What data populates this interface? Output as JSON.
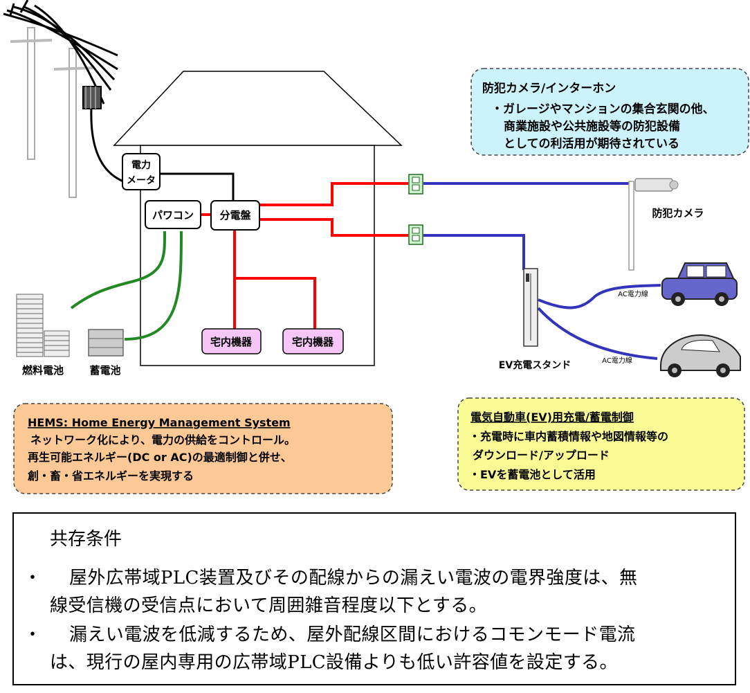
{
  "house": {
    "meter_line1": "電力",
    "meter_line2": "メータ",
    "power_conditioner": "パワコン",
    "distribution_board": "分電盤",
    "appliance_1": "宅内機器",
    "appliance_2": "宅内機器"
  },
  "outside": {
    "fuel_cell": "燃料電池",
    "storage_battery": "蓄電池",
    "camera_label": "防犯カメラ",
    "ev_stand": "EV充電スタンド",
    "ac_line_1": "AC電力線",
    "ac_line_2": "AC電力線"
  },
  "notes": {
    "camera_title": "防犯カメラ/インターホン",
    "camera_line1": "・ガレージやマンションの集合玄関の他、",
    "camera_line2": "商業施設や公共施設等の防犯設備",
    "camera_line3": "としての利活用が期待されている",
    "hems_title": "HEMS:  Home Energy Management System",
    "hems_line1": "ネットワーク化により、電力の供給をコントロール。",
    "hems_line2": "再生可能エネルギー(DC or AC)の最適制御と併せ、",
    "hems_line3": "創・畜・省エネルギーを実現する",
    "ev_title": "電気自動車(EV)用充電/蓄電制御",
    "ev_line1": "・充電時に車内蓄積情報や地図情報等の",
    "ev_line2": "ダウンロード/アップロード",
    "ev_line3": "・EVを蓄電池として活用"
  },
  "conditions": {
    "title": "共存条件",
    "bullet": "・",
    "item1_line1": "屋外広帯域PLC装置及びその配線からの漏えい電波の電界強度は、無",
    "item1_line2": "線受信機の受信点において周囲雑音程度以下とする。",
    "item2_line1": "漏えい電波を低減するため、屋外配線区間におけるコモンモード電流",
    "item2_line2": "は、現行の屋内専用の広帯域PLC設備よりも低い許容値を設定する。"
  },
  "colors": {
    "red_line": "#ff0000",
    "blue_line": "#3333bb",
    "green_line": "#228822",
    "camera_note_bg": "#ccf2fb",
    "hems_note_bg": "#fbc896",
    "ev_note_bg": "#fbfb96",
    "appliance_bg": "#f6c6f6"
  }
}
